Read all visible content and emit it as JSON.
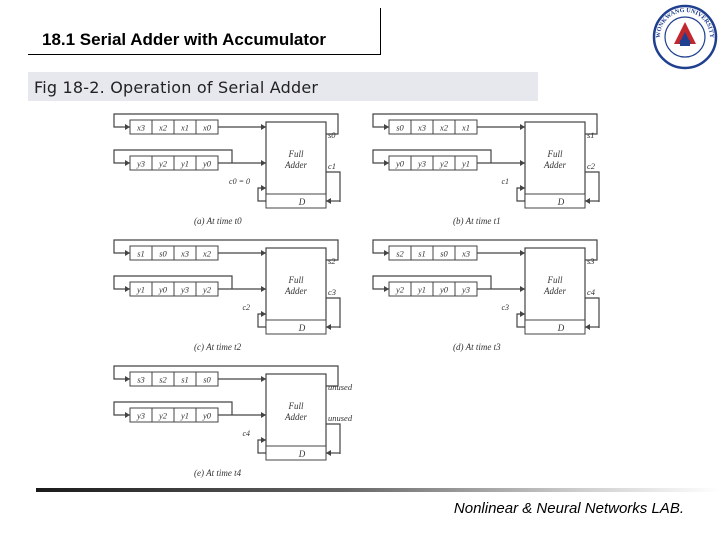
{
  "slide": {
    "title": "18.1  Serial Adder with Accumulator",
    "caption": "Fig 18-2. Operation of Serial Adder",
    "footer": "Nonlinear & Neural Networks LAB."
  },
  "logo": {
    "text": "WONKWANG UNIVERSITY",
    "icon": "university-seal-icon"
  },
  "diagram": {
    "adder_label": [
      "Full",
      "Adder"
    ],
    "flipflop_label": "D",
    "panels": [
      {
        "id": "a",
        "x_regs": [
          "x3",
          "x2",
          "x1",
          "x0"
        ],
        "y_regs": [
          "y3",
          "y2",
          "y1",
          "y0"
        ],
        "sum_out": "s0",
        "carry_out": "c1",
        "carry_in": "c0 = 0",
        "caption": "(a) At time t0"
      },
      {
        "id": "b",
        "x_regs": [
          "s0",
          "x3",
          "x2",
          "x1"
        ],
        "y_regs": [
          "y0",
          "y3",
          "y2",
          "y1"
        ],
        "sum_out": "s1",
        "carry_out": "c2",
        "carry_in": "c1",
        "caption": "(b) At time t1"
      },
      {
        "id": "c",
        "x_regs": [
          "s1",
          "s0",
          "x3",
          "x2"
        ],
        "y_regs": [
          "y1",
          "y0",
          "y3",
          "y2"
        ],
        "sum_out": "s2",
        "carry_out": "c3",
        "carry_in": "c2",
        "caption": "(c) At time t2"
      },
      {
        "id": "d",
        "x_regs": [
          "s2",
          "s1",
          "s0",
          "x3"
        ],
        "y_regs": [
          "y2",
          "y1",
          "y0",
          "y3"
        ],
        "sum_out": "s3",
        "carry_out": "c4",
        "carry_in": "c3",
        "caption": "(d) At time t3"
      },
      {
        "id": "e",
        "x_regs": [
          "s3",
          "s2",
          "s1",
          "s0"
        ],
        "y_regs": [
          "y3",
          "y2",
          "y1",
          "y0"
        ],
        "sum_out": "unused",
        "carry_out": "unused",
        "carry_in": "c4",
        "caption": "(e) At time t4"
      }
    ]
  }
}
